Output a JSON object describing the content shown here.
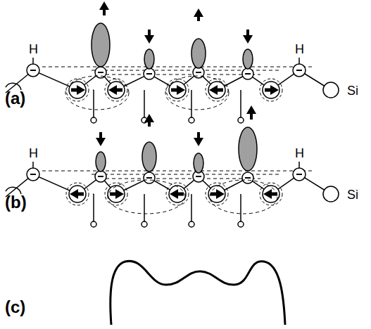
{
  "diagram": {
    "labels": [
      "H",
      "H",
      "Si",
      "(a)",
      "H",
      "H",
      "Si",
      "(b)",
      "(c)"
    ]
  }
}
